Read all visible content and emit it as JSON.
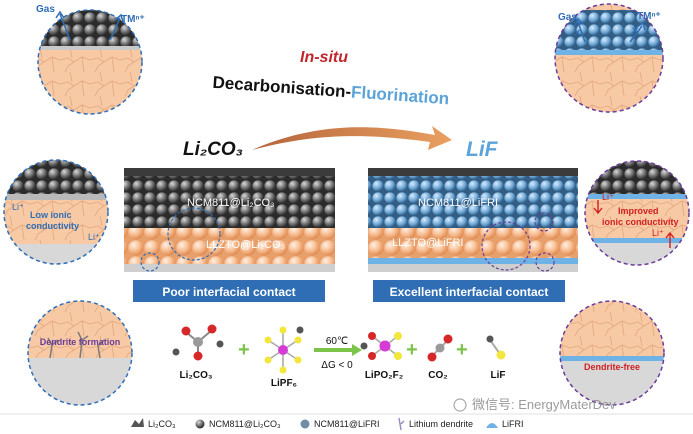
{
  "title": {
    "insitu": "In-situ",
    "decarb": "Decarbonisation",
    "dash": "-",
    "fluor": "Fluorination"
  },
  "reactant_label": "Li₂CO₃",
  "product_label": "LiF",
  "left_stack": {
    "cathode_label": "NCM811@Li₂CO₃",
    "electrolyte_label": "LLZTO@Li₂CO₃",
    "banner": "Poor interfacial contact"
  },
  "right_stack": {
    "cathode_label": "NCM811@LiFRI",
    "electrolyte_label": "LLZTO@LiFRI",
    "banner": "Excellent interfacial contact"
  },
  "circles": {
    "left_top": {
      "gas": "Gas",
      "tm": "TMⁿ⁺"
    },
    "left_mid": {
      "text_line1": "Low ionic",
      "text_line2": "conductivity",
      "li_a": "Li⁺",
      "li_b": "Li⁺"
    },
    "left_bottom": {
      "text": "Dendrite formation"
    },
    "right_top": {
      "gas": "Gas",
      "tm": "TMⁿ⁺"
    },
    "right_mid": {
      "text_line1": "Improved",
      "text_line2": "ionic conductivity",
      "li_a": "Li⁺",
      "li_b": "Li⁺"
    },
    "right_bottom": {
      "text": "Dendrite-free"
    }
  },
  "reaction": {
    "li2co3": "Li₂CO₃",
    "lipf6": "LiPF₆",
    "temp": "60℃",
    "dg": "ΔG < 0",
    "lipo2f2": "LiPO₂F₂",
    "co2": "CO₂",
    "lif": "LiF"
  },
  "legend": [
    {
      "label": "Li₂CO₃"
    },
    {
      "label": "NCM811@Li₂CO₃"
    },
    {
      "label": "NCM811@LiFRI"
    },
    {
      "label": "Lithium dendrite"
    },
    {
      "label": "LiFRI"
    }
  ],
  "watermark": "微信号: EnergyMaterDev",
  "colors": {
    "insitu": "#c0272d",
    "fluor": "#5ba3d9",
    "banner": "#2f6db5",
    "circle_dash": "#6a3d9a",
    "electrolyte": "#f6c09a",
    "li_metal": "#d8d8d8",
    "red_text": "#d11f1f"
  }
}
